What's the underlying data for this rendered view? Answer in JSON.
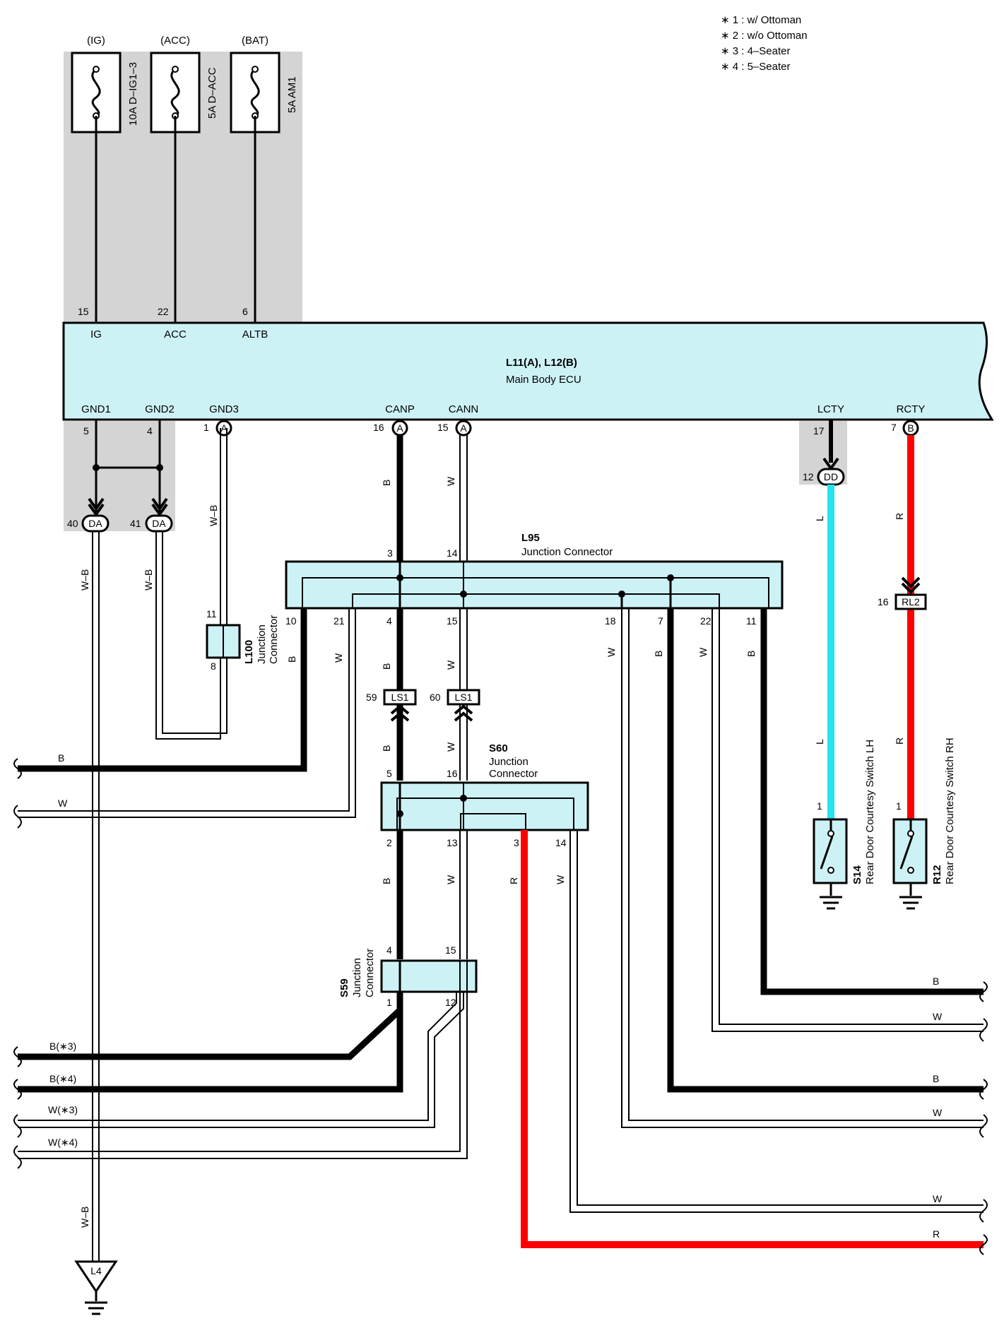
{
  "notes": [
    "∗ 1 : w/ Ottoman",
    "∗ 2 : w/o Ottoman",
    "∗ 3 : 4–Seater",
    "∗ 4 : 5–Seater"
  ],
  "fuses": [
    {
      "source": "(IG)",
      "name": "10A D–IG1–3",
      "pin": "15",
      "terminal": "IG"
    },
    {
      "source": "(ACC)",
      "name": "5A D–ACC",
      "pin": "22",
      "terminal": "ACC"
    },
    {
      "source": "(BAT)",
      "name": "5A AM1",
      "pin": "6",
      "terminal": "ALTB"
    }
  ],
  "ecu": {
    "ref": "L11(A), L12(B)",
    "name": "Main Body ECU",
    "bottom_terminals": [
      {
        "label": "GND1",
        "pin": "5"
      },
      {
        "label": "GND2",
        "pin": "4"
      },
      {
        "label": "GND3",
        "pin": "1",
        "conn": "A"
      },
      {
        "label": "CANP",
        "pin": "16",
        "conn": "A"
      },
      {
        "label": "CANN",
        "pin": "15",
        "conn": "A"
      },
      {
        "label": "LCTY",
        "pin": "17"
      },
      {
        "label": "RCTY",
        "pin": "7",
        "conn": "B"
      }
    ]
  },
  "connectors": {
    "da1": {
      "pin": "40",
      "code": "DA"
    },
    "da2": {
      "pin": "41",
      "code": "DA"
    },
    "dd": {
      "pin": "12",
      "code": "DD"
    },
    "rl2": {
      "pin": "16",
      "code": "RL2"
    },
    "ls1a": {
      "pin": "59",
      "code": "LS1"
    },
    "ls1b": {
      "pin": "60",
      "code": "LS1"
    }
  },
  "l95": {
    "ref": "L95",
    "name": "Junction Connector",
    "top_pins": [
      "3",
      "14"
    ],
    "bottom_pins": [
      "10",
      "21",
      "4",
      "15",
      "18",
      "7",
      "22",
      "11"
    ]
  },
  "l100": {
    "ref": "L100",
    "name1": "Junction",
    "name2": "Connector",
    "pin_top": "11",
    "pin_bottom": "8"
  },
  "s60": {
    "ref": "S60",
    "name1": "Junction",
    "name2": "Connector",
    "top_pins": [
      "5",
      "16"
    ],
    "bottom_pins": [
      "2",
      "13",
      "3",
      "14"
    ]
  },
  "s59": {
    "ref": "S59",
    "name1": "Junction",
    "name2": "Connector",
    "top_pins": [
      "4",
      "15"
    ],
    "bottom_pins": [
      "1",
      "12"
    ]
  },
  "switches": [
    {
      "ref": "S14",
      "name": "Rear Door Courtesy Switch LH",
      "pin": "1"
    },
    {
      "ref": "R12",
      "name": "Rear Door Courtesy Switch RH",
      "pin": "1"
    }
  ],
  "ground_point": "L4",
  "wire_colors": {
    "wb": "W–B",
    "b": "B",
    "w": "W",
    "l": "L",
    "r": "R",
    "b3": "B(∗3)",
    "b4": "B(∗4)",
    "w3": "W(∗3)",
    "w4": "W(∗4)"
  },
  "colors": {
    "blue_wire": "#22e5f0",
    "red_wire": "#ff0000",
    "component_fill": "#cdf2f6",
    "shade": "#d4d4d4"
  }
}
